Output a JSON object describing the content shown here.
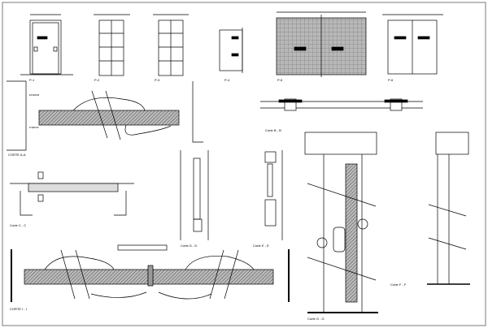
{
  "drawing": {
    "elevations": [
      {
        "label": "P-1"
      },
      {
        "label": "P-2"
      },
      {
        "label": "P-3"
      },
      {
        "label": "P-4"
      },
      {
        "label": "P-5"
      },
      {
        "label": "P-6"
      }
    ],
    "sections": {
      "a": "CORTE A-A",
      "b": "Corte B - B",
      "c": "Corte C - C",
      "d": "Corte D - D",
      "e": "Corte E - E",
      "f": "Corte F - F",
      "g": "Corte G - G",
      "i": "CORTE I - I"
    },
    "notes": {
      "exterior": "EXTERIOR",
      "interior": "INTERIOR"
    }
  },
  "colors": {
    "line": "#000000",
    "hatch": "#9a9a9a",
    "frame": "#7a7a7a"
  }
}
